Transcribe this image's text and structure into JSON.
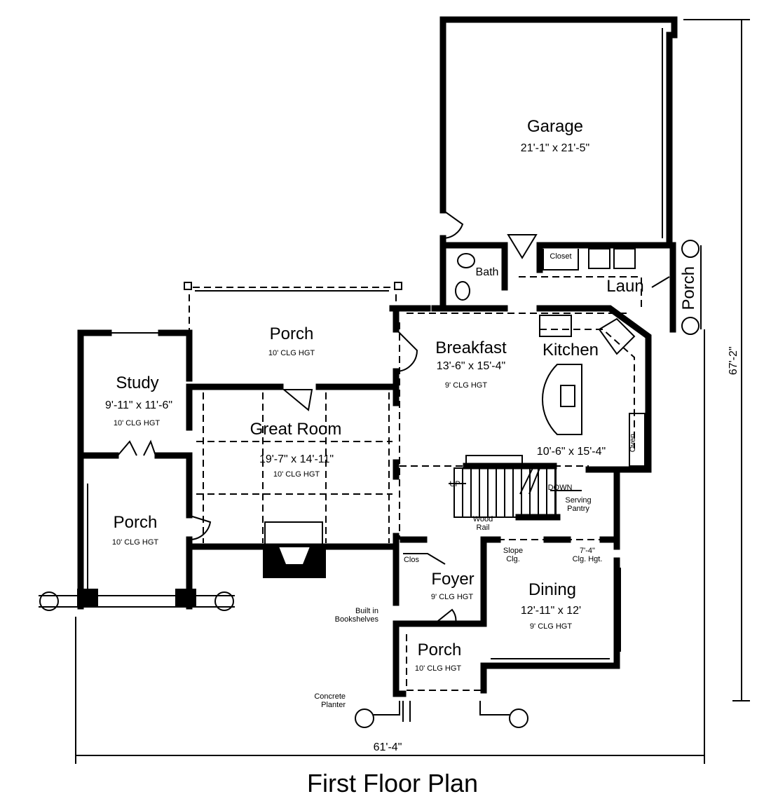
{
  "title": "First Floor Plan",
  "dimensions": {
    "overall_width": "61'-4\"",
    "overall_depth": "67'-2\""
  },
  "rooms": {
    "garage": {
      "name": "Garage",
      "size": "21'-1\" x 21'-5\""
    },
    "bath": {
      "name": "Bath"
    },
    "closet": {
      "name": "Closet"
    },
    "laundry": {
      "name": "Laun"
    },
    "side_porch": {
      "name": "Porch"
    },
    "rear_porch": {
      "name": "Porch",
      "ceiling": "10' CLG HGT"
    },
    "breakfast": {
      "name": "Breakfast",
      "size": "13'-6\" x 15'-4\"",
      "ceiling": "9' CLG HGT"
    },
    "kitchen": {
      "name": "Kitchen",
      "size": "10'-6\" x 15'-4\"",
      "oven": "Oven"
    },
    "study": {
      "name": "Study",
      "size": "9'-11\" x 11'-6\"",
      "ceiling": "10' CLG HGT"
    },
    "great_room": {
      "name": "Great Room",
      "size": "19'-7\" x 14'-11\"",
      "ceiling": "10' CLG HGT"
    },
    "left_porch": {
      "name": "Porch",
      "ceiling": "10' CLG HGT"
    },
    "foyer": {
      "name": "Foyer",
      "ceiling": "9' CLG HGT",
      "closet": "Clos"
    },
    "dining": {
      "name": "Dining",
      "size": "12'-11\" x 12'",
      "ceiling": "9' CLG HGT"
    },
    "front_porch": {
      "name": "Porch",
      "ceiling": "10' CLG HGT"
    }
  },
  "notes": {
    "up": "UP",
    "down": "DOWN",
    "wood_rail": "Wood\nRail",
    "serving_pantry": "Serving\nPantry",
    "slope_clg": "Slope\nClg.",
    "clg_hgt": "7'-4\"\nClg. Hgt.",
    "bookshelves": "Built in\nBookshelves",
    "planter": "Concrete\nPlanter"
  }
}
